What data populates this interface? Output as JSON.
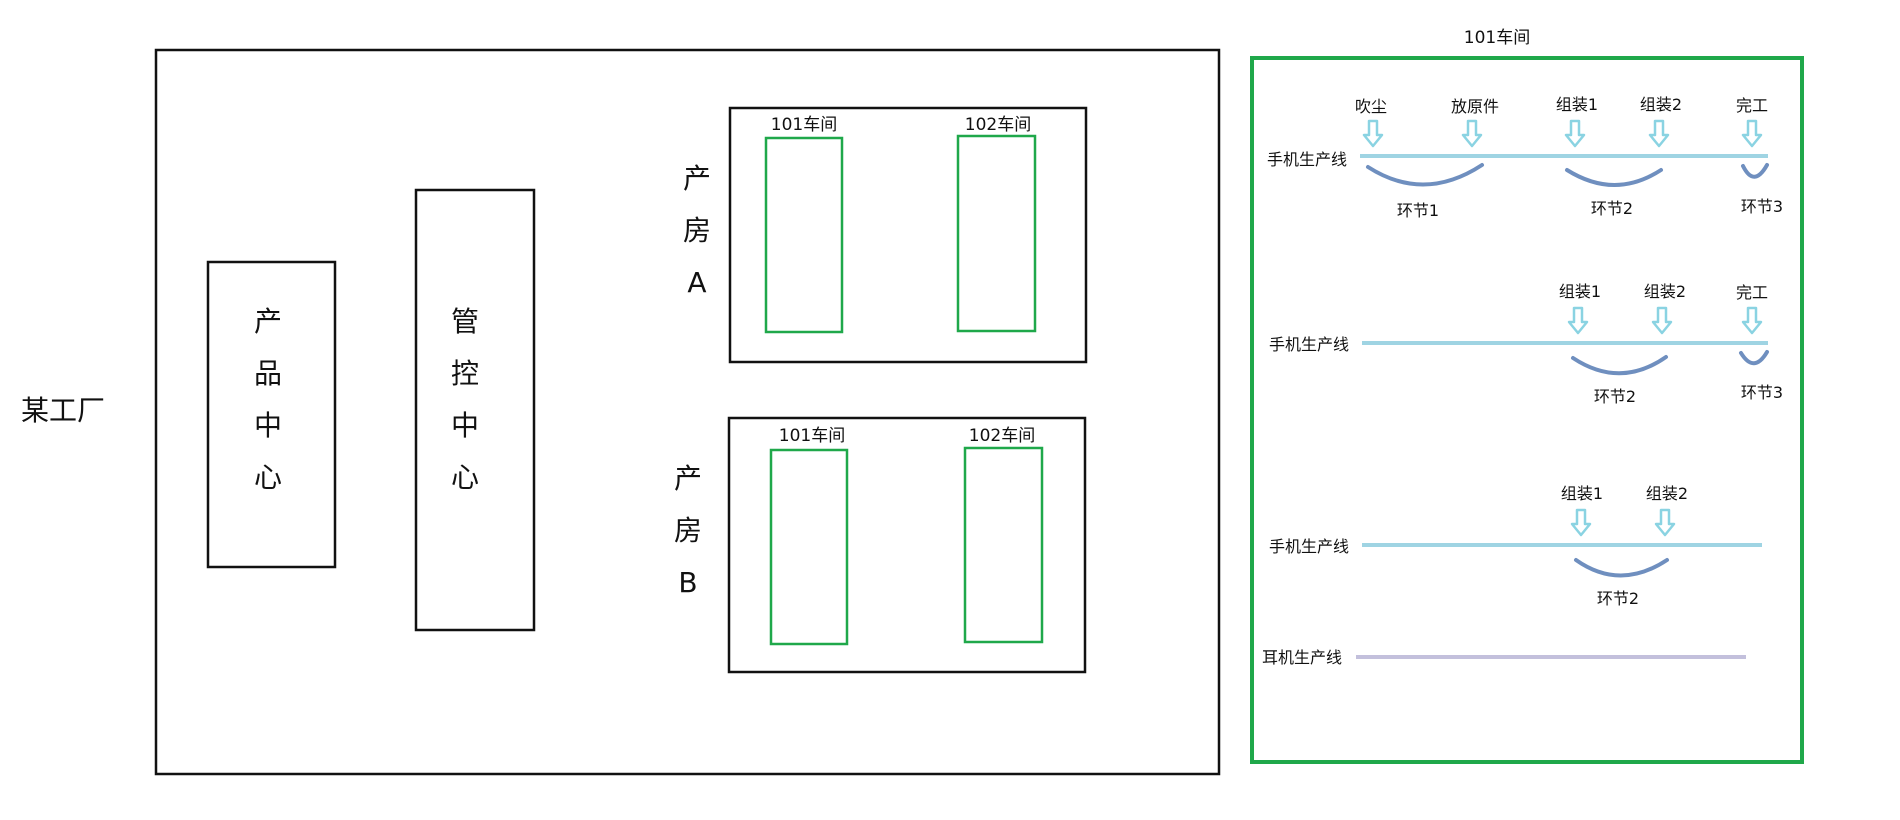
{
  "factory": {
    "label": "某工厂",
    "product_center": "产品中心",
    "control_center": "管控中心",
    "buildings": [
      {
        "label_chars": [
          "产",
          "房",
          "A"
        ],
        "workshops": [
          "101车间",
          "102车间"
        ]
      },
      {
        "label_chars": [
          "产",
          "房",
          "B"
        ],
        "workshops": [
          "101车间",
          "102车间"
        ]
      }
    ]
  },
  "workshop_detail": {
    "title": "101车间",
    "lines": [
      {
        "name": "手机生产线",
        "stations": [
          "吹尘",
          "放原件",
          "组装1",
          "组装2",
          "完工"
        ],
        "segments": [
          "环节1",
          "环节2",
          "环节3"
        ]
      },
      {
        "name": "手机生产线",
        "stations": [
          "组装1",
          "组装2",
          "完工"
        ],
        "segments": [
          "环节2",
          "环节3"
        ]
      },
      {
        "name": "手机生产线",
        "stations": [
          "组装1",
          "组装2"
        ],
        "segments": [
          "环节2"
        ]
      },
      {
        "name": "耳机生产线",
        "stations": [],
        "segments": []
      }
    ]
  },
  "colors": {
    "frame": "#111111",
    "workshop": "#1fa84a",
    "detail_border": "#1fa84a",
    "line_phone": "#9fd4e3",
    "line_earphone": "#c3c0dc",
    "arrow": "#8ad3e2",
    "brace": "#6f8fbf"
  }
}
